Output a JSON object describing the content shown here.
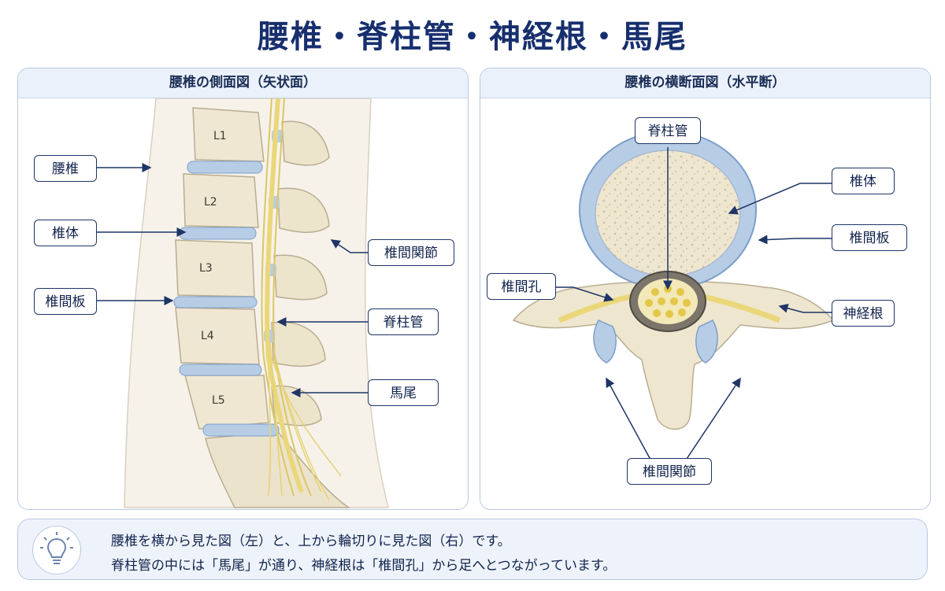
{
  "title": "腰椎・脊柱管・神経根・馬尾",
  "left_panel": {
    "header": "腰椎の側面図（矢状面）",
    "vertebra_labels": [
      "L1",
      "L2",
      "L3",
      "L4",
      "L5"
    ],
    "labels": {
      "lumbar": "腰椎",
      "vertebral_body": "椎体",
      "disc": "椎間板",
      "facet_joint": "椎間関節",
      "spinal_canal": "脊柱管",
      "cauda_equina": "馬尾"
    }
  },
  "right_panel": {
    "header": "腰椎の横断面図（水平断）",
    "labels": {
      "spinal_canal": "脊柱管",
      "vertebral_body": "椎体",
      "disc": "椎間板",
      "foramen": "椎間孔",
      "nerve_root": "神経根",
      "facet_joint": "椎間関節"
    }
  },
  "note": {
    "icon": "lightbulb-icon",
    "line1": "腰椎を横から見た図（左）と、上から輪切りに見た図（右）です。",
    "line2": "脊柱管の中には「馬尾」が通り、神経根は「椎間孔」から足へとつながっています。"
  },
  "colors": {
    "title": "#172f6e",
    "border": "#b9c9e2",
    "header_bg": "#eaf1fb",
    "bone": "#eee6d2",
    "disc": "#b7cde6",
    "nerve": "#ead77a",
    "leader": "#1e3566"
  }
}
